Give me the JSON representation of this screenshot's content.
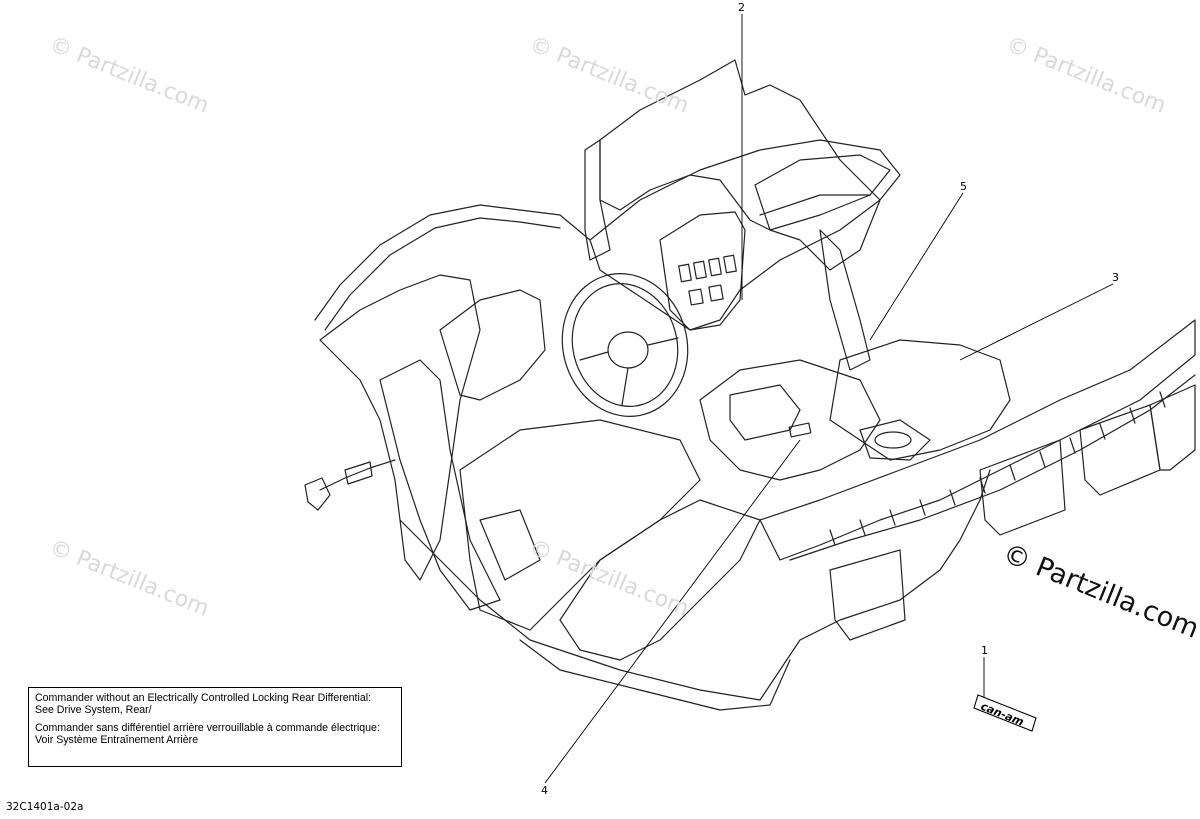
{
  "watermarks": [
    {
      "text": "© Partzilla.com"
    },
    {
      "text": "© Partzilla.com"
    },
    {
      "text": "© Partzilla.com"
    },
    {
      "text": "© Partzilla.com"
    },
    {
      "text": "© Partzilla.com"
    }
  ],
  "watermark_main": "© Partzilla.com",
  "callouts": [
    {
      "label": "1"
    },
    {
      "label": "2"
    },
    {
      "label": "3"
    },
    {
      "label": "4"
    },
    {
      "label": "5"
    }
  ],
  "note": {
    "en_line1": "Commander without an Electrically Controlled Locking Rear Differential:",
    "en_line2": "See Drive System, Rear/",
    "fr_line1": "Commander sans différentiel arrière verrouillable à commande électrique:",
    "fr_line2": "Voir Système Entraînement Arrière"
  },
  "part_label": "can-am",
  "drawing_code": "32C1401a-02a"
}
